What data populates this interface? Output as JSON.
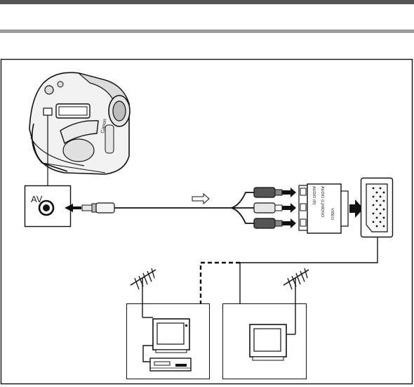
{
  "page": {
    "header_bar_color": "#555555",
    "subheader_bar_color": "#9a9a9a"
  },
  "diagram": {
    "camcorder": {
      "brand": "Canon",
      "icon": "camcorder-icon"
    },
    "av_jack": {
      "label": "AV"
    },
    "signal_flow": {
      "icon": "hollow-right-arrow-icon"
    },
    "scart_adapter": {
      "labels": [
        "AUDIO (R)",
        "AUDIO (L)/MONO",
        "VIDEO"
      ],
      "icon": "scart-adapter-icon"
    },
    "scart_socket": {
      "icon": "scart-socket-icon"
    },
    "left_setup": {
      "icons": [
        "antenna-icon",
        "tv-icon",
        "vcr-icon"
      ]
    },
    "right_setup": {
      "icons": [
        "antenna-icon",
        "tv-icon"
      ]
    },
    "line_color": "#111111",
    "plug_colors": [
      "#555555",
      "#e6e6e6",
      "#555555"
    ]
  }
}
